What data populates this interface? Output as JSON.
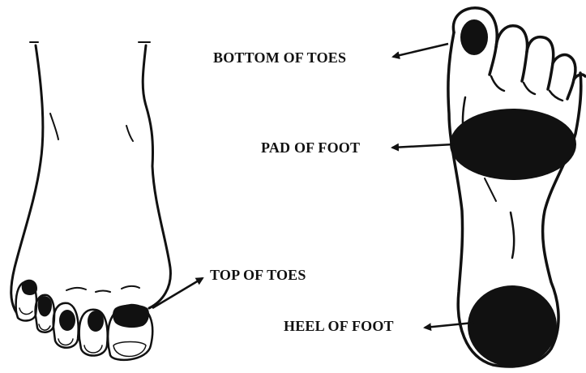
{
  "labels": {
    "bottom_of_toes": "BOTTOM OF TOES",
    "pad_of_foot": "PAD OF FOOT",
    "top_of_toes": "TOP OF TOES",
    "heel_of_foot": "HEEL OF FOOT"
  },
  "colors": {
    "ink": "#111111",
    "background": "#ffffff"
  }
}
